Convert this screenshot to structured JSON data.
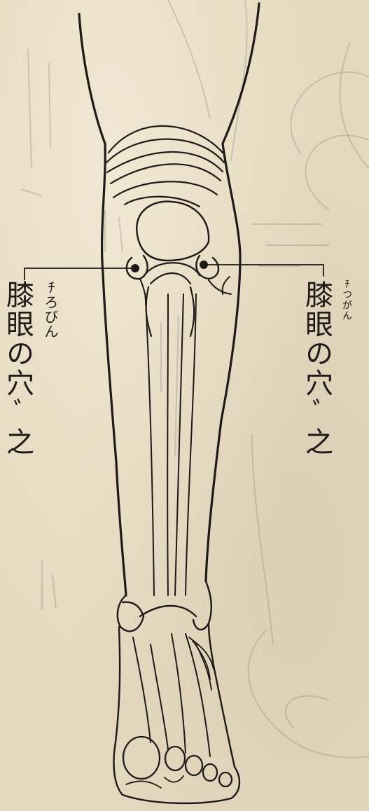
{
  "left_label": {
    "text": "膝眼の穴",
    "suffix": "ﾞ之",
    "reading": "ﾁろびん"
  },
  "right_label": {
    "text": "膝眼の穴",
    "suffix": "ﾞ之",
    "reading": "ﾁつがん"
  },
  "colors": {
    "paper": "#e4d9bf",
    "ink": "#1d1a17",
    "bleed_through": "#8f8a82"
  }
}
